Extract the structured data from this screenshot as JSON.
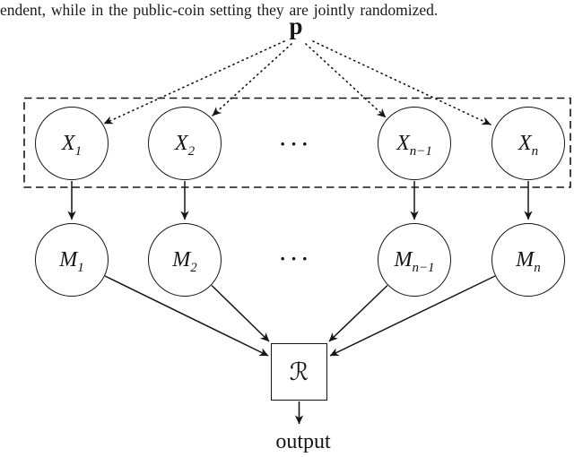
{
  "caption": {
    "text": "endent, while in the public-coin setting they are jointly randomized."
  },
  "diagram": {
    "public_coin_label": "p",
    "x_nodes": [
      {
        "base": "X",
        "sub": "1"
      },
      {
        "base": "X",
        "sub": "2"
      },
      {
        "base": "X",
        "sub": "n−1"
      },
      {
        "base": "X",
        "sub": "n"
      }
    ],
    "m_nodes": [
      {
        "base": "M",
        "sub": "1"
      },
      {
        "base": "M",
        "sub": "2"
      },
      {
        "base": "M",
        "sub": "n−1"
      },
      {
        "base": "M",
        "sub": "n"
      }
    ],
    "x_row_ellipsis": "···",
    "m_row_ellipsis": "···",
    "referee_label": "ℛ",
    "output_label": "output",
    "ink_color": "#161616"
  }
}
